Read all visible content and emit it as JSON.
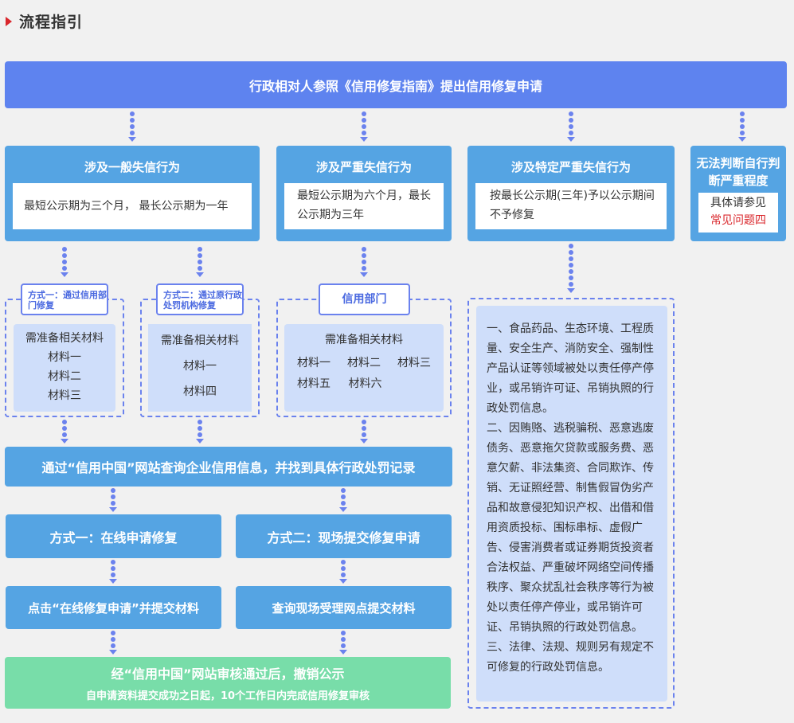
{
  "header": {
    "title": "流程指引"
  },
  "top_bar": "行政相对人参照《信用修复指南》提出信用修复申请",
  "categories": [
    {
      "title": "涉及一般失信行为",
      "desc": "最短公示期为三个月， 最长公示期为一年"
    },
    {
      "title": "涉及严重失信行为",
      "desc": "最短公示期为六个月，最长公示期为三年"
    },
    {
      "title": "涉及特定严重失信行为",
      "desc": "按最长公示期(三年)予以公示期间不予修复"
    },
    {
      "title": "无法判断自行判断严重程度",
      "desc_prefix": "具体请参见",
      "desc_link": "常见问题四"
    }
  ],
  "methods": [
    {
      "tag": "方式一：通过信用部门修复",
      "heading": "需准备相关材料",
      "materials": [
        "材料一",
        "材料二",
        "材料三"
      ]
    },
    {
      "tag": "方式二：通过原行政处罚机构修复",
      "heading": "需准备相关材料",
      "materials": [
        "材料一",
        "材料四"
      ]
    },
    {
      "tag": "信用部门",
      "heading": "需准备相关材料",
      "materials": [
        "材料一",
        "材料二",
        "材料三",
        "材料五",
        "材料六"
      ]
    }
  ],
  "special_list": [
    "一、食品药品、生态环境、工程质量、安全生产、消防安全、强制性产品认证等领域被处以责任停产停业，或吊销许可证、吊销执照的行政处罚信息。",
    "二、因贿赂、逃税骗税、恶意逃废债务、恶意拖欠贷款或服务费、恶意欠薪、非法集资、合同欺诈、传销、无证照经营、制售假冒伪劣产品和故意侵犯知识产权、出借和借用资质投标、围标串标、虚假广告、侵害消费者或证券期货投资者合法权益、严重破坏网络空间传播秩序、聚众扰乱社会秩序等行为被处以责任停产停业，或吊销许可证、吊销执照的行政处罚信息。",
    "三、法律、法规、规则另有规定不可修复的行政处罚信息。"
  ],
  "query_bar": "通过“信用中国”网站查询企业信用信息，并找到具体行政处罚记录",
  "apply_methods": [
    "方式一：在线申请修复",
    "方式二：现场提交修复申请"
  ],
  "apply_steps": [
    "点击“在线修复申请”并提交材料",
    "查询现场受理网点提交材料"
  ],
  "final": {
    "line1": "经“信用中国”网站审核通过后，撤销公示",
    "line2": "自申请资料提交成功之日起，10个工作日内完成信用修复审核"
  },
  "colors": {
    "primary": "#5e83ef",
    "box": "#55a4e3",
    "final": "#78dda9",
    "dash": "#6b82ee",
    "material_bg": "#cfdefa",
    "link": "#d9262b"
  }
}
